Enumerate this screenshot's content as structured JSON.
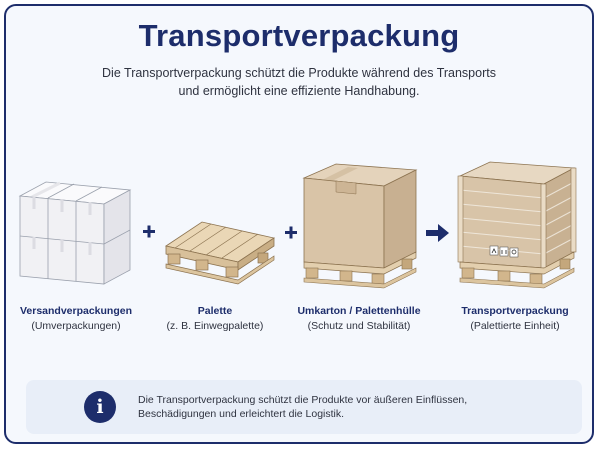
{
  "header": {
    "title": "Transportverpackung",
    "subtitle_line1": "Die Transportverpackung schützt die Produkte während des Transports",
    "subtitle_line2": "und ermöglicht eine effiziente Handhabung."
  },
  "steps": [
    {
      "title": "Versandverpackungen",
      "subtitle": "(Umverpackungen)",
      "icon": "stacked-boxes-icon"
    },
    {
      "title": "Palette",
      "subtitle": "(z. B. Einwegpalette)",
      "icon": "pallet-icon"
    },
    {
      "title": "Umkarton / Palettenhülle",
      "subtitle": "(Schutz und Stabilität)",
      "icon": "carton-on-pallet-icon"
    },
    {
      "title": "Transportverpackung",
      "subtitle": "(Palettierte Einheit)",
      "icon": "wrapped-pallet-icon"
    }
  ],
  "operators": [
    "+",
    "+",
    "→"
  ],
  "info": {
    "icon": "info-icon",
    "line1": "Die Transportverpackung schützt die Produkte vor äußeren Einflüssen,",
    "line2": "Beschädigungen und erleichtert die Logistik."
  },
  "colors": {
    "navy": "#1d2d6b",
    "background": "#f5f8fd",
    "info_background": "#e8eef8",
    "cardboard": "#d8c4aa",
    "wood": "#e3cfae",
    "white_box": "#f3f3f6"
  }
}
